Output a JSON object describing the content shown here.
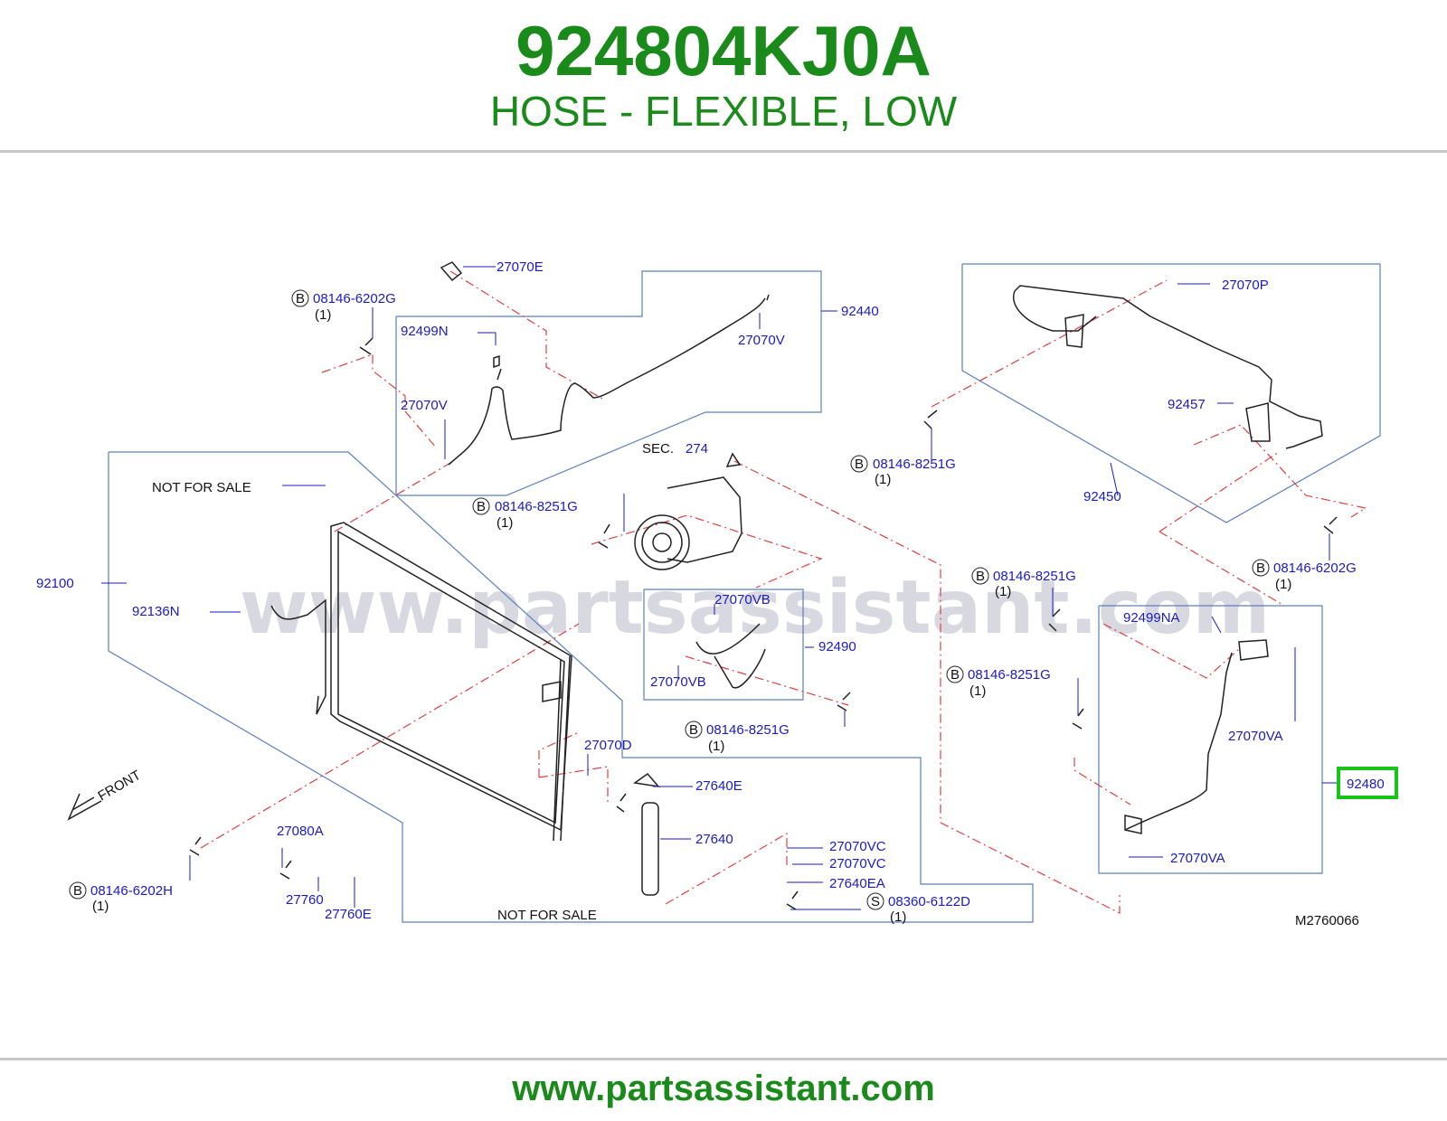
{
  "header": {
    "part_number": "924804KJ0A",
    "description": "HOSE - FLEXIBLE, LOW"
  },
  "diagram": {
    "watermark": "www.partsassistant.com",
    "figure_id": "M2760066",
    "front_label": "FRONT",
    "sec_prefix": "SEC.",
    "sec_ref": "274",
    "not_for_sale": "NOT   FOR   SALE",
    "highlighted_part": "92480",
    "labels": {
      "p27070E": "27070E",
      "p92440": "92440",
      "p92499N": "92499N",
      "p27070V_a": "27070V",
      "p27070V_b": "27070V",
      "p92100": "92100",
      "p92136N": "92136N",
      "p27070VB_a": "27070VB",
      "p27070VB_b": "27070VB",
      "p92490": "92490",
      "p27070D": "27070D",
      "p27640E": "27640E",
      "p27640": "27640",
      "p27080A": "27080A",
      "p27760": "27760",
      "p27760E": "27760E",
      "p27070VC_a": "27070VC",
      "p27070VC_b": "27070VC",
      "p27640EA": "27640EA",
      "p27070P": "27070P",
      "p92457": "92457",
      "p92450": "92450",
      "p92499NA": "92499NA",
      "p27070VA_a": "27070VA",
      "p27070VA_b": "27070VA"
    },
    "bolts": [
      {
        "marker": "B",
        "code": "08146-6202G",
        "qty": "(1)"
      },
      {
        "marker": "B",
        "code": "08146-8251G",
        "qty": "(1)"
      },
      {
        "marker": "B",
        "code": "08146-8251G",
        "qty": "(1)"
      },
      {
        "marker": "B",
        "code": "08146-6202G",
        "qty": "(1)"
      },
      {
        "marker": "B",
        "code": "08146-8251G",
        "qty": "(1)"
      },
      {
        "marker": "B",
        "code": "08146-8251G",
        "qty": "(1)"
      },
      {
        "marker": "B",
        "code": "08146-8251G",
        "qty": "(1)"
      },
      {
        "marker": "B",
        "code": "08146-6202H",
        "qty": "(1)"
      },
      {
        "marker": "S",
        "code": "08360-6122D",
        "qty": "(1)"
      }
    ]
  },
  "footer": {
    "website": "www.partsassistant.com"
  }
}
